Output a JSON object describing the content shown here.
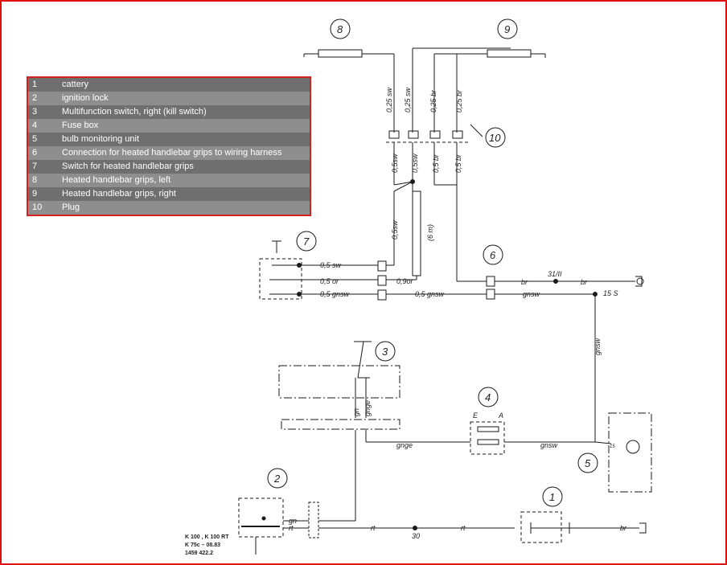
{
  "legend": [
    {
      "num": "1",
      "text": "cattery"
    },
    {
      "num": "2",
      "text": "ignition lock"
    },
    {
      "num": "3",
      "text": "Multifunction switch, right (kill switch)"
    },
    {
      "num": "4",
      "text": "Fuse box"
    },
    {
      "num": "5",
      "text": "bulb monitoring unit"
    },
    {
      "num": "6",
      "text": "Connection for heated handlebar grips to wiring harness"
    },
    {
      "num": "7",
      "text": "Switch for heated handlebar grips"
    },
    {
      "num": "8",
      "text": "Heated handlebar grips, left"
    },
    {
      "num": "9",
      "text": "Heated handlebar grips, right"
    },
    {
      "num": "10",
      "text": "Plug"
    }
  ],
  "callouts": {
    "c1": "1",
    "c2": "2",
    "c3": "3",
    "c4": "4",
    "c5": "5",
    "c6": "6",
    "c7": "7",
    "c8": "8",
    "c9": "9",
    "c10": "10"
  },
  "wire_labels": {
    "w025sw_a": "0,25 sw",
    "w025sw_b": "0,25 sw",
    "w025br_a": "0,25 br",
    "w025br_b": "0,25 br",
    "w05sw_a": "0,5sw",
    "w05sw_b": "0,5sw",
    "w05br_a": "0,5 br",
    "w05br_b": "0,5 br",
    "w05sw_c": "0,5sw",
    "w6m": "(6 m)",
    "sw7_a": "0,5 sw",
    "sw7_b": "0,5 or",
    "sw7_c": "0,5 gnsw",
    "w09or": "0,9or",
    "w05gnsw": "0,5 gnsw",
    "br_a": "br",
    "br_b": "br",
    "t31": "31/II",
    "gnsw_a": "gnsw",
    "t15s": "15 S",
    "gnsw_v": "gnsw",
    "gn": "gn",
    "gnge": "gnge",
    "gnge_h": "gnge",
    "gnsw_h": "gnsw",
    "E": "E",
    "A": "A",
    "gn2": "gn",
    "rt2": "rt",
    "rt_a": "rt",
    "t30": "30",
    "rt_b": "rt",
    "br_c": "br",
    "t15": "15"
  },
  "footer": {
    "line1": "K 100 , K 100 RT",
    "line2": "K 75c – 08.83",
    "line3": "1459 422.2"
  }
}
